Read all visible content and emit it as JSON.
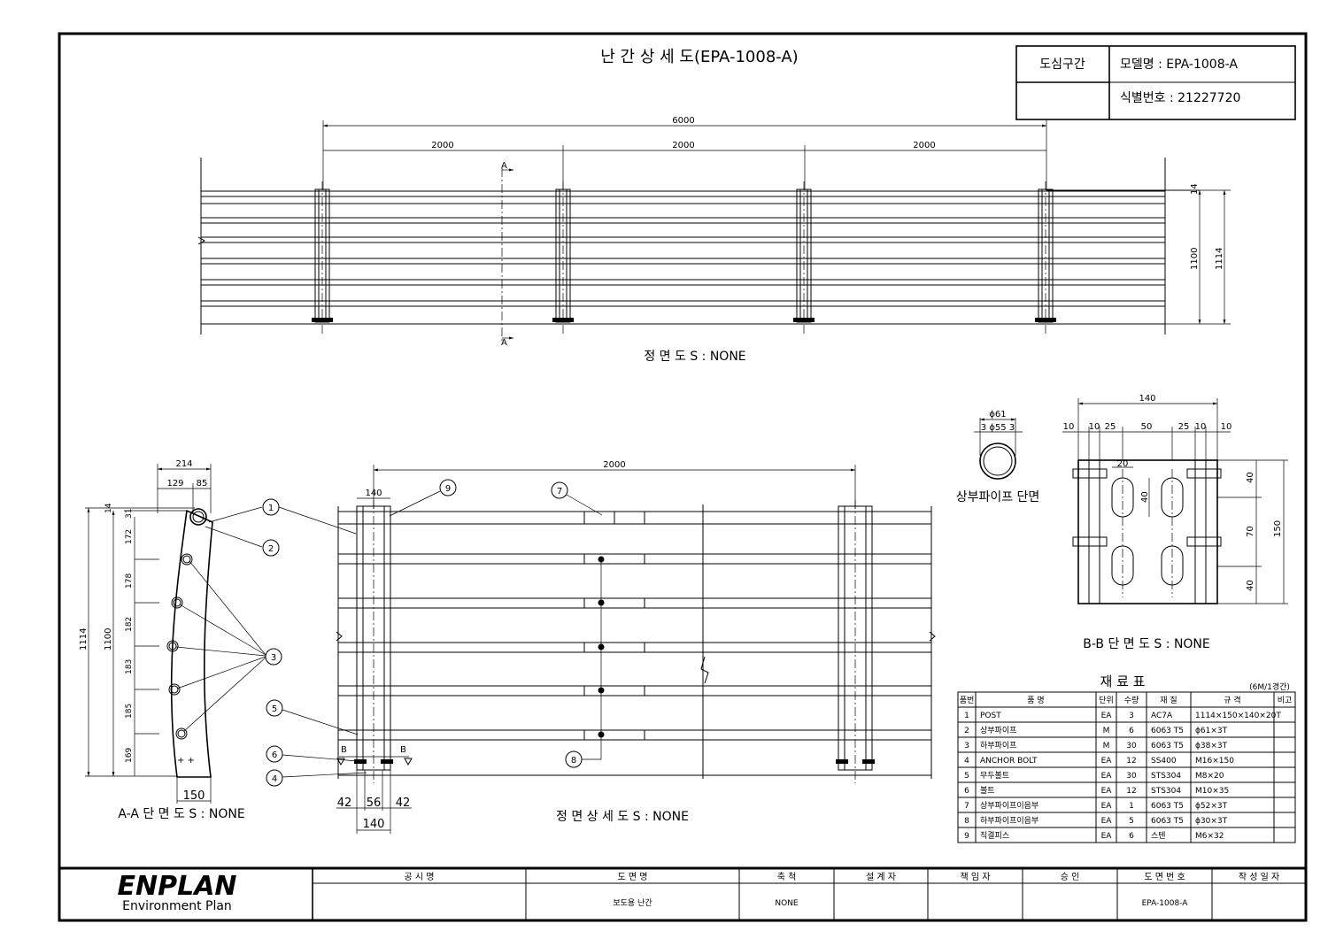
{
  "title": "난 간 상 세 도(EPA-1008-A)",
  "header_box": {
    "category": "도심구간",
    "model": "모델명 : EPA-1008-A",
    "id_no": "식별번호 : 21227720"
  },
  "front_view": {
    "caption": "정 면 도 S : NONE",
    "dim_total": "6000",
    "dim_spans": [
      "2000",
      "2000",
      "2000"
    ],
    "dim_14": "14",
    "dim_1100": "1100",
    "dim_1114": "1114",
    "section_mark": "A"
  },
  "section_aa": {
    "caption": "A-A 단 면 도  S : NONE",
    "dim_214": "214",
    "dim_129": "129",
    "dim_85": "85",
    "dim_1114": "1114",
    "dim_1100": "1100",
    "dim_14": "14",
    "dim_31": "31",
    "spacings": [
      "172",
      "178",
      "182",
      "183",
      "185",
      "169"
    ],
    "dim_150": "150"
  },
  "detail_front": {
    "caption": "정 면 상 세 도 S : NONE",
    "dim_2000": "2000",
    "dim_140": "140",
    "dim_bottom": [
      "42",
      "56",
      "42"
    ],
    "dim_140b": "140",
    "section_mark": "B"
  },
  "callouts": [
    "1",
    "2",
    "3",
    "4",
    "5",
    "6",
    "7",
    "8",
    "9"
  ],
  "pipe_section": {
    "caption": "상부파이프 단면",
    "dim_outer": "ϕ61",
    "dim_inner": "3 ϕ55 3"
  },
  "section_bb": {
    "caption": "B-B 단 면 도 S : NONE",
    "dim_140": "140",
    "dims_top": [
      "10",
      "10",
      "25",
      "50",
      "25",
      "10",
      "10"
    ],
    "dim_20": "20",
    "dim_40": "40",
    "dims_right": [
      "40",
      "70",
      "40"
    ],
    "dim_150": "150"
  },
  "materials": {
    "title": "재 료 표",
    "note": "(6M/1경간)",
    "headers": [
      "품번",
      "품 명",
      "단위",
      "수량",
      "재 질",
      "규 격",
      "비고"
    ],
    "rows": [
      [
        "1",
        "POST",
        "EA",
        "3",
        "AC7A",
        "1114×150×140×20T",
        ""
      ],
      [
        "2",
        "상부파이프",
        "M",
        "6",
        "6063 T5",
        "ϕ61×3T",
        ""
      ],
      [
        "3",
        "하부파이프",
        "M",
        "30",
        "6063 T5",
        "ϕ38×3T",
        ""
      ],
      [
        "4",
        "ANCHOR BOLT",
        "EA",
        "12",
        "SS400",
        "M16×150",
        ""
      ],
      [
        "5",
        "무두볼트",
        "EA",
        "30",
        "STS304",
        "M8×20",
        ""
      ],
      [
        "6",
        "볼트",
        "EA",
        "12",
        "STS304",
        "M10×35",
        ""
      ],
      [
        "7",
        "상부파이프이음부",
        "EA",
        "1",
        "6063 T5",
        "ϕ52×3T",
        ""
      ],
      [
        "8",
        "하부파이프이음부",
        "EA",
        "5",
        "6063 T5",
        "ϕ30×3T",
        ""
      ],
      [
        "9",
        "직결피스",
        "EA",
        "6",
        "스텐",
        "M6×32",
        ""
      ]
    ]
  },
  "title_block": {
    "brand": "ENPLAN",
    "brand_sub": "Environment Plan",
    "headers": [
      "공 시 명",
      "도 면 명",
      "축 척",
      "설 계 자",
      "책 임 자",
      "승 인",
      "도 면 번 호",
      "작 성 일 자"
    ],
    "values": [
      "",
      "보도용 난간",
      "NONE",
      "",
      "",
      "",
      "EPA-1008-A",
      ""
    ]
  }
}
